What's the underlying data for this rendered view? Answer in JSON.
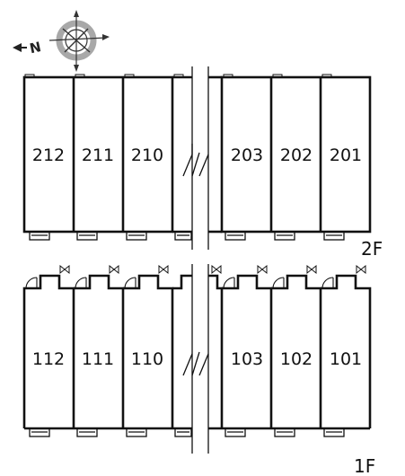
{
  "compass": {
    "letter": "N",
    "icon": "compass-rose-icon"
  },
  "floors": [
    {
      "label": "2F",
      "units_left": [
        "212",
        "211",
        "210"
      ],
      "units_right": [
        "203",
        "202",
        "201"
      ]
    },
    {
      "label": "1F",
      "units_left": [
        "112",
        "111",
        "110"
      ],
      "units_right": [
        "103",
        "102",
        "101"
      ]
    }
  ],
  "colors": {
    "wall": "#111111",
    "accent": "#9a9a9a"
  }
}
